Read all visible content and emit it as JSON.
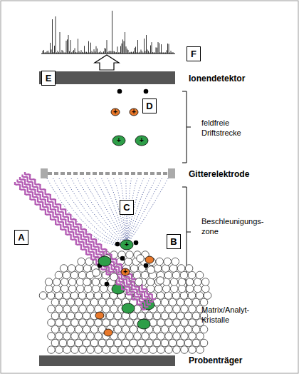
{
  "diagram": {
    "nodes": [
      {
        "text": [
          "F"
        ]
      },
      {
        "text": [
          "E"
        ]
      },
      {
        "text": [
          "D"
        ]
      },
      {
        "text": [
          "C"
        ]
      },
      {
        "text": [
          "B"
        ]
      },
      {
        "text": [
          "A"
        ]
      }
    ],
    "labels": [
      "Ionendetektor",
      "feldfreie Driftstrecke",
      "Gitterelektrode",
      "Beschleunigungs- zone",
      "Matrix/Analyt- Kristalle",
      "Probenträger",
      "+",
      "+",
      "+",
      "+",
      "+",
      "+"
    ]
  }
}
